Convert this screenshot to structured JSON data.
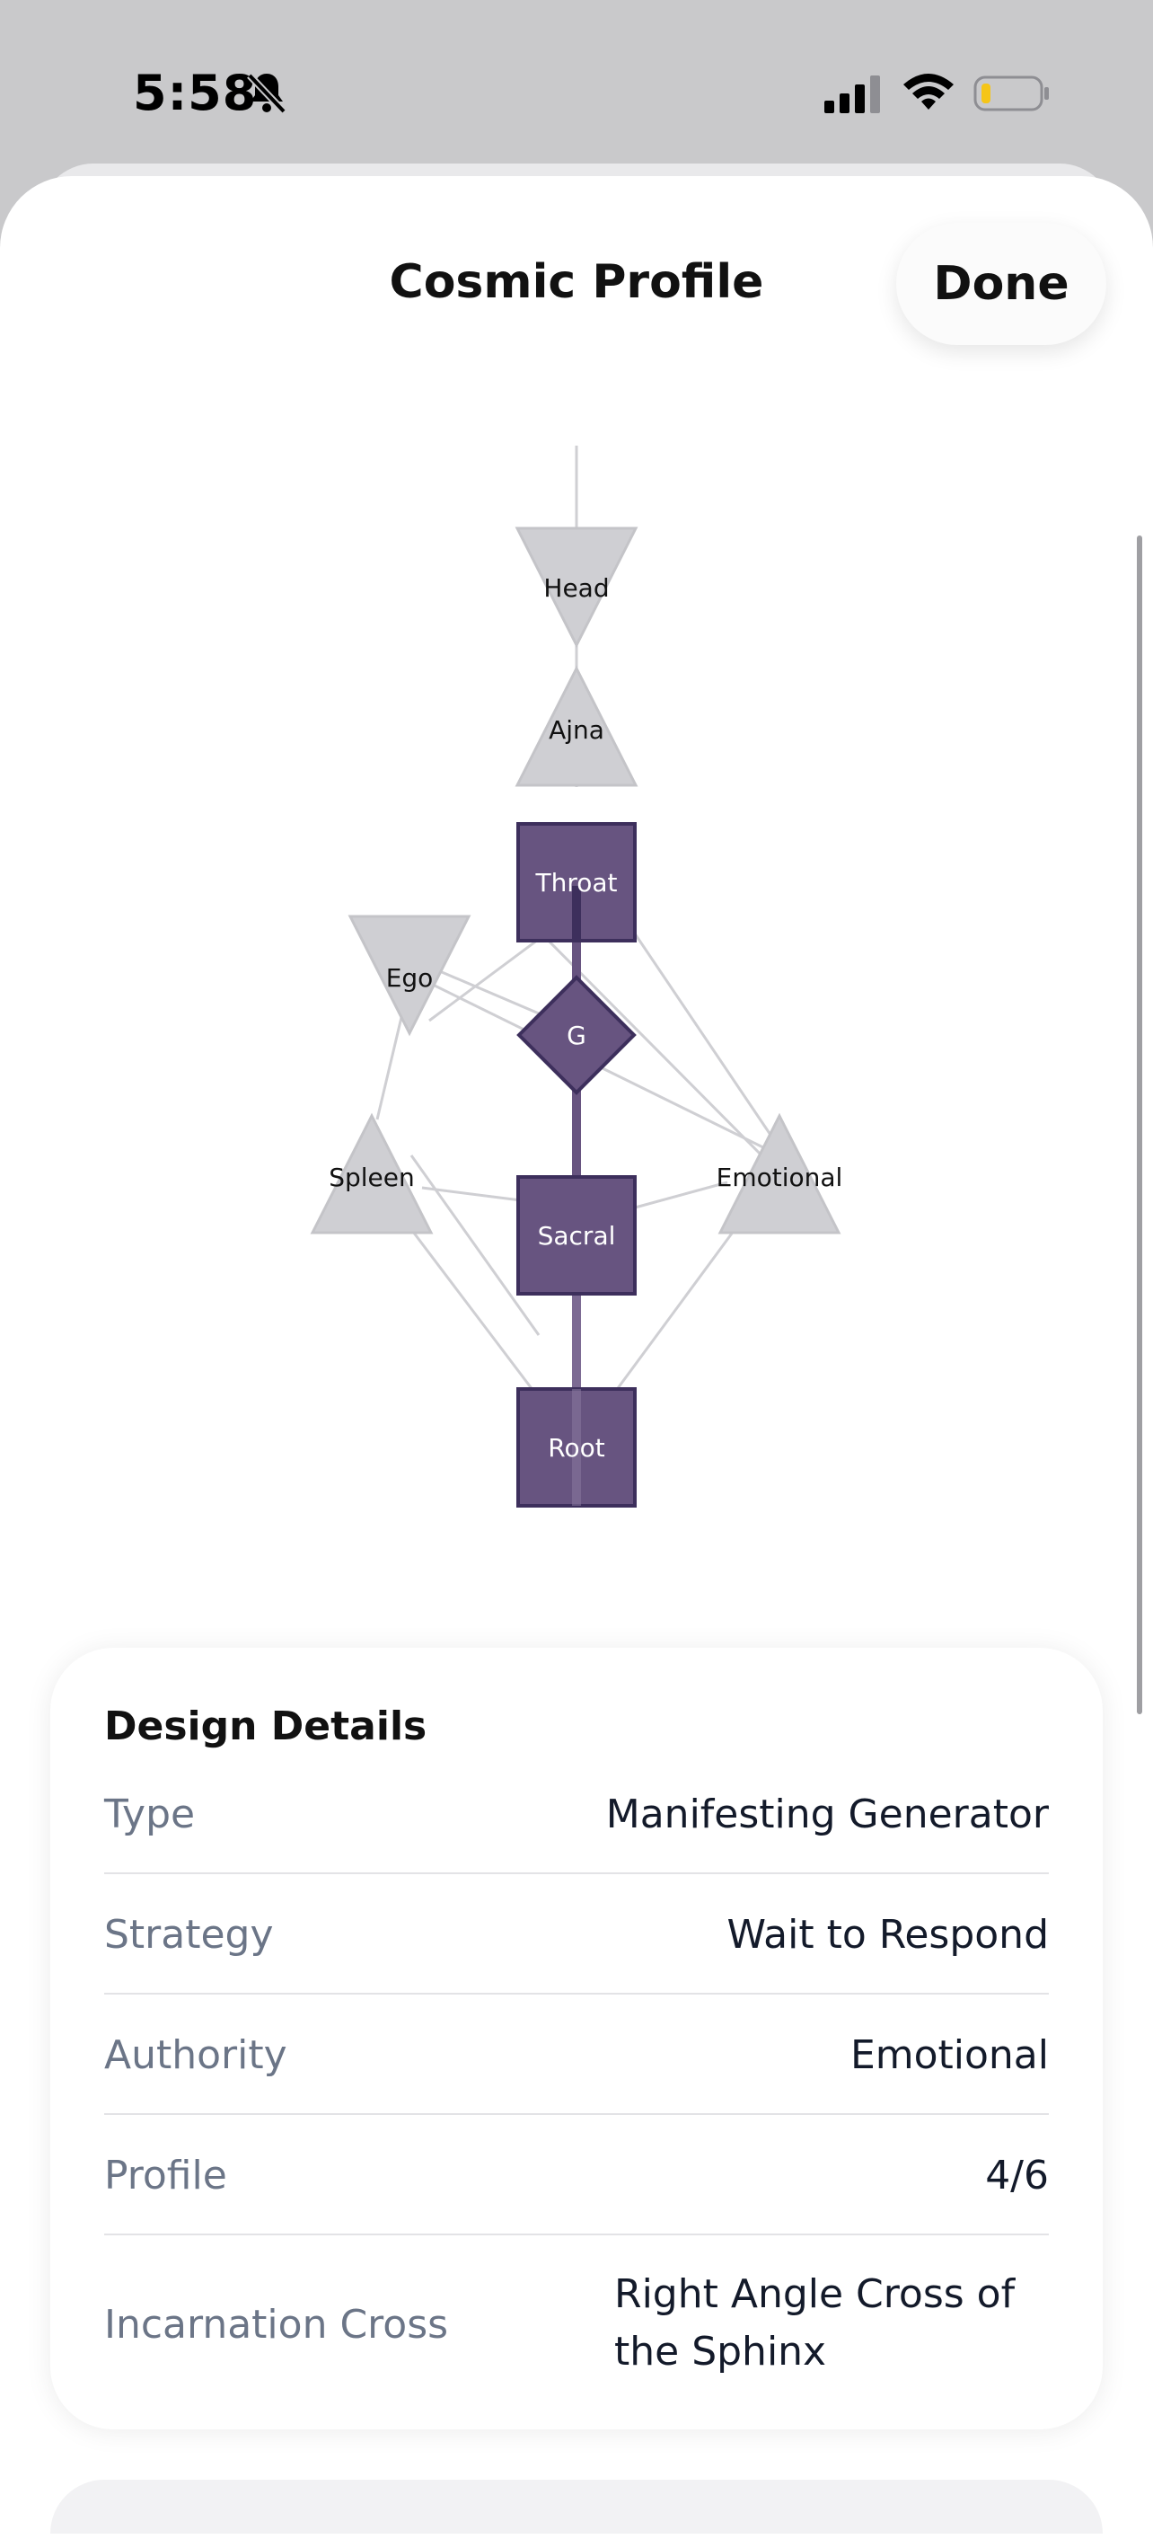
{
  "status_bar": {
    "time": "5:58",
    "icons": [
      "bell-slash-icon",
      "cellular-signal-icon",
      "wifi-icon",
      "battery-icon"
    ],
    "battery_color": "#f5c518"
  },
  "sheet": {
    "title": "Cosmic Profile",
    "done_label": "Done"
  },
  "bodygraph": {
    "defined_color": "#675480",
    "defined_border": "#3d2f5c",
    "undefined_color": "#cfcfd3",
    "centers": [
      {
        "id": "head",
        "label": "Head",
        "shape": "triangle-down",
        "defined": false
      },
      {
        "id": "ajna",
        "label": "Ajna",
        "shape": "triangle-up",
        "defined": false
      },
      {
        "id": "throat",
        "label": "Throat",
        "shape": "square",
        "defined": true
      },
      {
        "id": "ego",
        "label": "Ego",
        "shape": "triangle-down",
        "defined": false
      },
      {
        "id": "g",
        "label": "G",
        "shape": "diamond",
        "defined": true
      },
      {
        "id": "spleen",
        "label": "Spleen",
        "shape": "triangle-up",
        "defined": false
      },
      {
        "id": "sacral",
        "label": "Sacral",
        "shape": "square",
        "defined": true
      },
      {
        "id": "emotional",
        "label": "Emotional",
        "shape": "triangle-up",
        "defined": false
      },
      {
        "id": "root",
        "label": "Root",
        "shape": "square",
        "defined": true
      }
    ],
    "defined_channels": [
      [
        "throat",
        "g"
      ],
      [
        "g",
        "sacral"
      ],
      [
        "sacral",
        "root"
      ]
    ]
  },
  "design_details": {
    "title": "Design Details",
    "rows": [
      {
        "label": "Type",
        "value": "Manifesting Generator"
      },
      {
        "label": "Strategy",
        "value": "Wait to Respond"
      },
      {
        "label": "Authority",
        "value": "Emotional"
      },
      {
        "label": "Profile",
        "value": "4/6"
      },
      {
        "label": "Incarnation Cross",
        "value_line1": "Right Angle Cross of",
        "value_line2": "the Sphinx"
      }
    ]
  }
}
